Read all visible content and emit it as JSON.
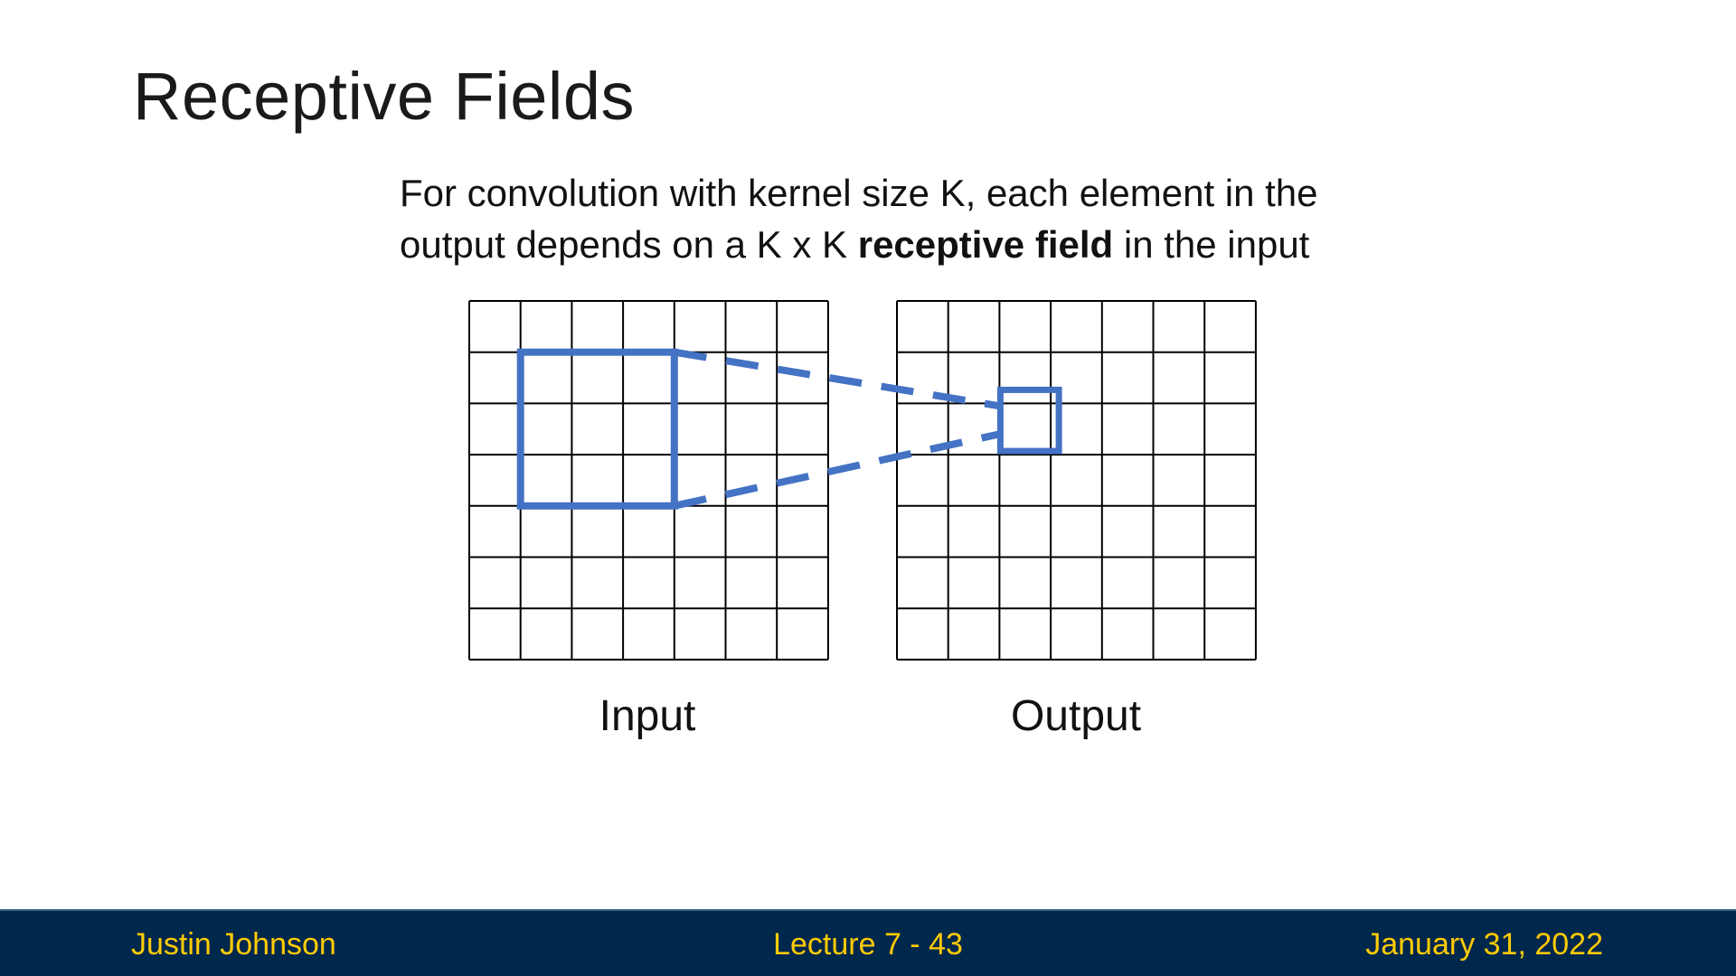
{
  "slide": {
    "title": "Receptive Fields",
    "body": {
      "line1": "For convolution with kernel size K, each element in the",
      "line2_pre": "output depends on a K x K ",
      "line2_bold": "receptive field",
      "line2_post": " in the input"
    }
  },
  "diagram": {
    "grid_rows": 7,
    "grid_cols": 7,
    "input_label": "Input",
    "output_label": "Output",
    "kernel_size": 3,
    "receptive_field_start_row": 1,
    "receptive_field_start_col": 1,
    "output_cell_row": 2,
    "output_cell_col": 2,
    "highlight_color": "#4472c4",
    "grid_line_color": "#000000"
  },
  "footer": {
    "author": "Justin Johnson",
    "lecture": "Lecture 7 - 43",
    "date": "January 31, 2022",
    "background_color": "#00274c",
    "text_color": "#ffcb05"
  }
}
